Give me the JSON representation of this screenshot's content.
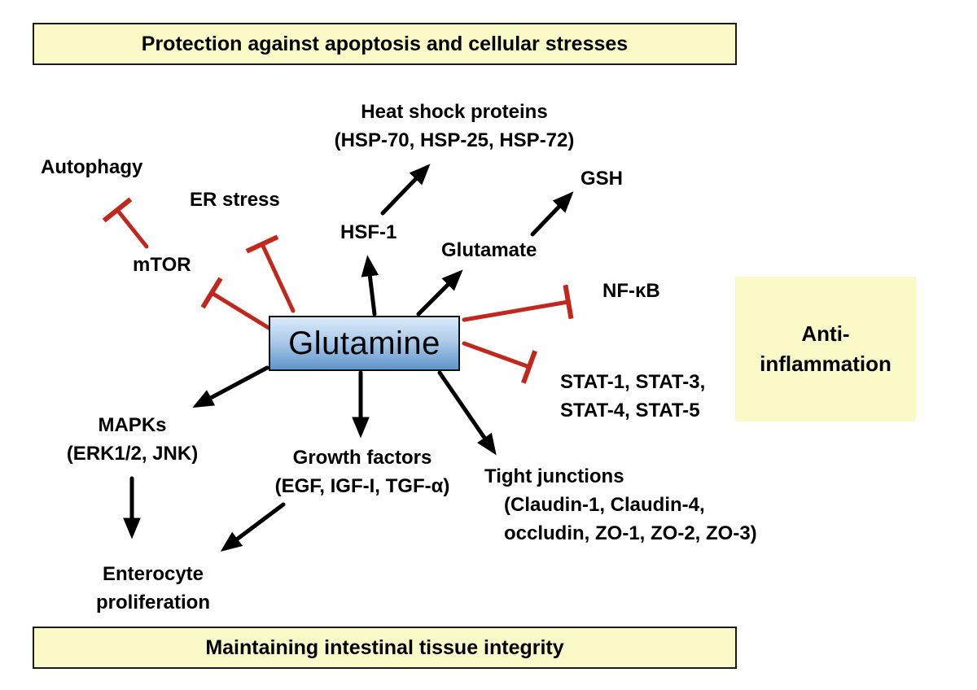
{
  "banners": {
    "top": "Protection against apoptosis and cellular stresses",
    "bottom": "Maintaining intestinal tissue integrity"
  },
  "side_box": {
    "line1": "Anti-",
    "line2": "inflammation"
  },
  "center_node": {
    "label": "Glutamine"
  },
  "nodes": {
    "autophagy": {
      "label": "Autophagy"
    },
    "er_stress": {
      "label": "ER stress"
    },
    "mtor": {
      "label": "mTOR"
    },
    "heat_shock": {
      "title": "Heat shock proteins",
      "detail": "(HSP-70, HSP-25, HSP-72)"
    },
    "hsf1": {
      "label": "HSF-1"
    },
    "glutamate": {
      "label": "Glutamate"
    },
    "gsh": {
      "label": "GSH"
    },
    "nfkb": {
      "label": "NF-κB"
    },
    "stats": {
      "line1": "STAT-1, STAT-3,",
      "line2": "STAT-4, STAT-5"
    },
    "mapks": {
      "title": "MAPKs",
      "detail": "(ERK1/2, JNK)"
    },
    "growth_factors": {
      "title": "Growth factors",
      "detail": "(EGF, IGF-I, TGF-α)"
    },
    "tight_junctions": {
      "title": "Tight junctions",
      "detail1": "(Claudin-1, Claudin-4,",
      "detail2": "occludin, ZO-1, ZO-2, ZO-3)"
    },
    "enterocyte": {
      "line1": "Enterocyte",
      "line2": "proliferation"
    }
  },
  "edges": [
    {
      "from": "Glutamine",
      "to": "HSF-1",
      "type": "activation"
    },
    {
      "from": "HSF-1",
      "to": "Heat shock proteins",
      "type": "activation"
    },
    {
      "from": "Glutamine",
      "to": "Glutamate",
      "type": "activation"
    },
    {
      "from": "Glutamate",
      "to": "GSH",
      "type": "activation"
    },
    {
      "from": "Glutamine",
      "to": "MAPKs",
      "type": "activation"
    },
    {
      "from": "Glutamine",
      "to": "Growth factors",
      "type": "activation"
    },
    {
      "from": "Glutamine",
      "to": "Tight junctions",
      "type": "activation"
    },
    {
      "from": "MAPKs",
      "to": "Enterocyte proliferation",
      "type": "activation"
    },
    {
      "from": "Growth factors",
      "to": "Enterocyte proliferation",
      "type": "activation"
    },
    {
      "from": "mTOR",
      "to": "Autophagy",
      "type": "inhibition"
    },
    {
      "from": "Glutamine",
      "to": "mTOR",
      "type": "inhibition"
    },
    {
      "from": "Glutamine",
      "to": "ER stress",
      "type": "inhibition"
    },
    {
      "from": "Glutamine",
      "to": "NF-κB",
      "type": "inhibition"
    },
    {
      "from": "Glutamine",
      "to": "STAT-1, STAT-3, STAT-4, STAT-5",
      "type": "inhibition"
    }
  ],
  "colors": {
    "banner_bg": "#fafac9",
    "inhibit": "#c1271d",
    "arrow": "#000000",
    "glutamine_top": "#d9eafa",
    "glutamine_bottom": "#5e96cc"
  }
}
